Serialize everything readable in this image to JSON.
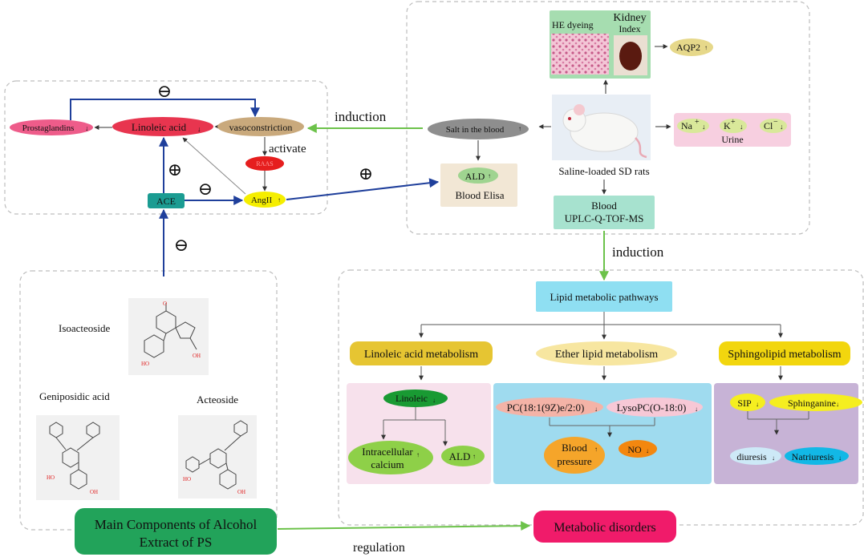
{
  "top_left": {
    "prostaglandins": "Prostaglandins",
    "linoleic_acid": "Linoleic acid",
    "vasoconstriction": "vasoconstriction",
    "activate": "activate",
    "raas": "RAAS",
    "angII": "AngII",
    "ace": "ACE",
    "minus": "⊖",
    "plus": "⊕"
  },
  "induction_1": "induction",
  "induction_2": "induction",
  "regulation": "regulation",
  "top_right": {
    "he_dyeing": "HE dyeing",
    "kidney": "Kidney",
    "index": "Index",
    "aqp2": "AQP2",
    "salt": "Salt in the blood",
    "ald": "ALD",
    "blood_elisa": "Blood  Elisa",
    "rat_label": "Saline-loaded SD rats",
    "blood": "Blood",
    "uplc": "UPLC-Q-TOF-MS",
    "na": "Na",
    "k": "K",
    "cl": "Cl",
    "urine": "Urine"
  },
  "components": {
    "isoacteoside": "Isoacteoside",
    "geniposidic_acid": "Geniposidic acid",
    "acteoside": "Acteoside",
    "main_line1": "Main Components of Alcohol",
    "main_line2": "Extract of PS"
  },
  "lipid": {
    "pathways": "Lipid  metabolic pathways",
    "linoleic_metab": "Linoleic acid metabolism",
    "ether_metab": "Ether lipid metabolism",
    "sphingo_metab": "Sphingolipid metabolism",
    "linoleic": "Linoleic",
    "intracellular1": "Intracellular",
    "intracellular2": "calcium",
    "ald": "ALD",
    "pc": "PC(18:1(9Z)e/2:0)",
    "lysopc": "LysoPC(O-18:0)",
    "bp1": "Blood",
    "bp2": "pressure",
    "no": "NO",
    "sip": "SIP",
    "sphinganine": "Sphinganine",
    "diuresis": "diuresis",
    "natriuresis": "Natriuresis",
    "metabolic_disorders": "Metabolic disorders"
  },
  "colors": {
    "dashed_border": "#bdbdbd",
    "blue_arrow": "#1f3f9b",
    "green_arrow": "#6cc24a",
    "prostaglandins": "#ee5c8a",
    "linoleic_acid": "#e8354f",
    "vasoconstriction": "#c9a97c",
    "raas": "#e61e1e",
    "angII": "#f5ee00",
    "ace": "#1b9c92",
    "he_box": "#a6ddb0",
    "salt": "#8e8e8e",
    "blood_elisa_box": "#f2e7d5",
    "blood_box": "#a7e2cf",
    "urine_box": "#f7cfe0",
    "main_components": "#22a35a",
    "metabolic_disorders": "#f01b6a",
    "lipid_pathways": "#8fdff2",
    "linoleic_metab": "#e6c532",
    "ether_metab": "#f7e6a0",
    "sphingo_metab": "#f2d60e",
    "pink_panel": "#f7e1ec",
    "blue_panel": "#9fdbef",
    "purple_panel": "#c7b3d6"
  }
}
